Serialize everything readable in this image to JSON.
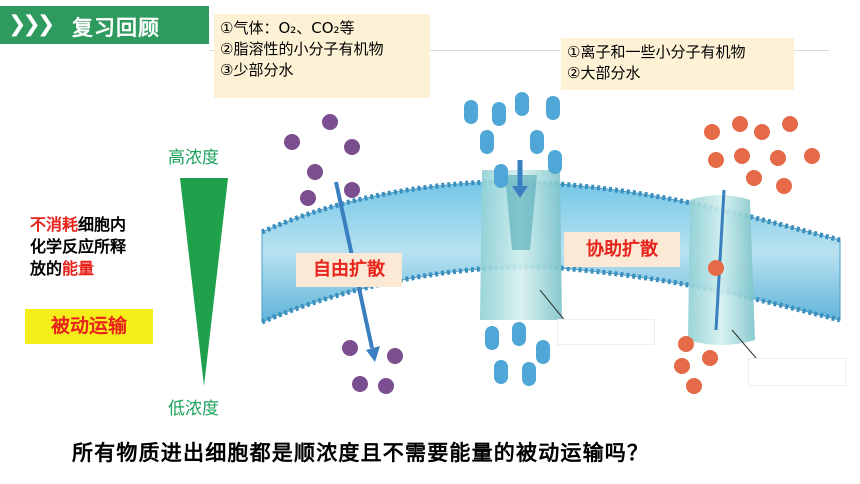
{
  "header": {
    "title": "复习回顾"
  },
  "notes": {
    "left": [
      "①气体：O₂、CO₂等",
      "②脂溶性的小分子有机物",
      "③少部分水"
    ],
    "right": [
      "①离子和一些小分子有机物",
      "②大部分水"
    ]
  },
  "gradient": {
    "high": "高浓度",
    "low": "低浓度"
  },
  "side_text": {
    "part1_red": "不消耗",
    "part1_rest": "细胞内",
    "line2": "化学反应所释",
    "line3_a": "放的",
    "line3_red": "能量"
  },
  "passive_label": "被动运输",
  "labels": {
    "free_diffusion": "自由扩散",
    "facilitated_diffusion": "协助扩散"
  },
  "question": "所有物质进出细胞都是顺浓度且不需要能量的被动运输吗？",
  "colors": {
    "header": "#2f9a5d",
    "green_text": "#1aa25a",
    "red_text": "#e8231b",
    "purple_molecule": "#7a4e8f",
    "blue_molecule": "#4ea7d6",
    "orange_molecule": "#e56a47"
  }
}
